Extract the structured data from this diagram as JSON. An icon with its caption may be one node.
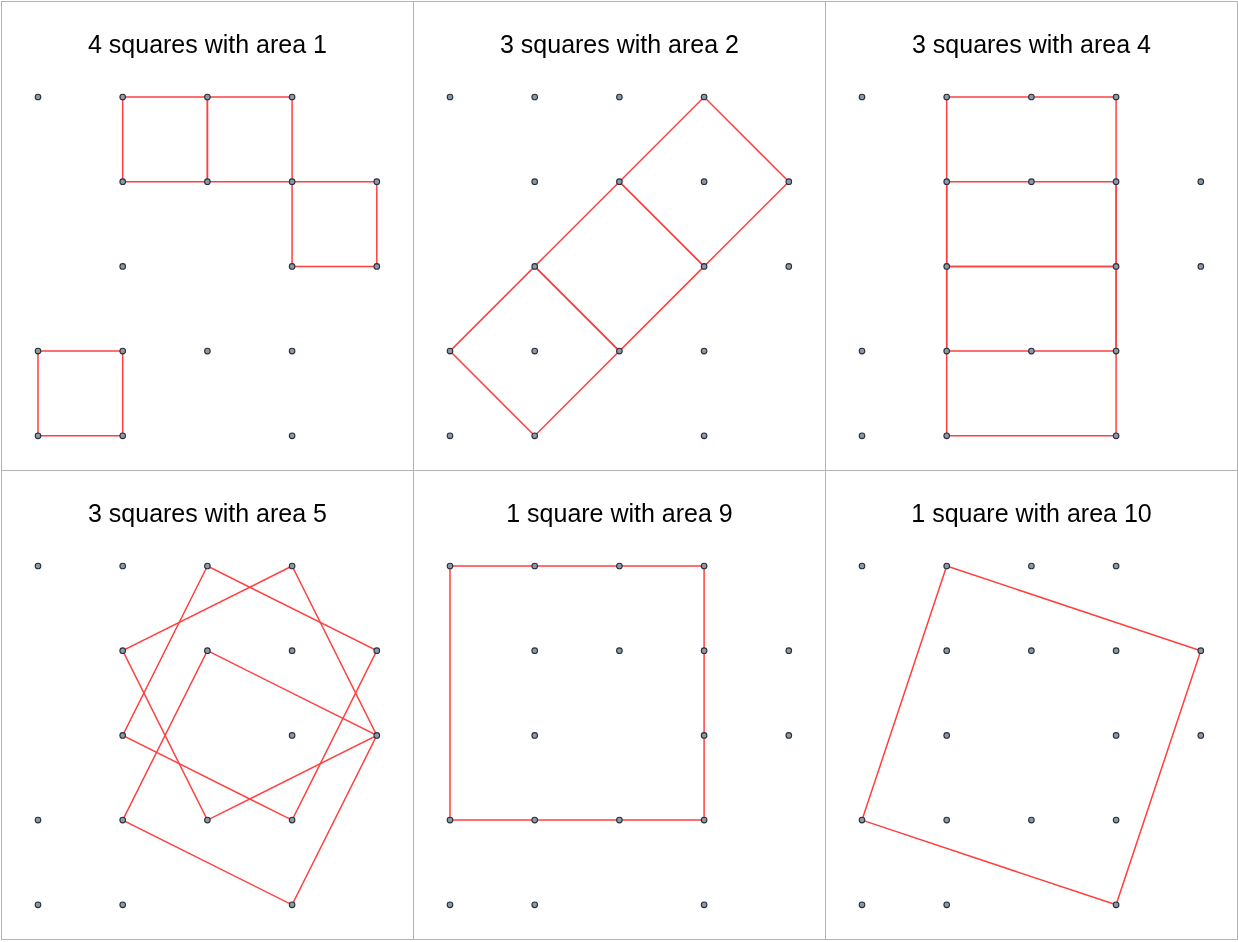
{
  "diagram": {
    "nodes": [
      {
        "text": [
          "4 squares with area 1"
        ]
      },
      {
        "text": [
          "3 squares with area 2"
        ]
      },
      {
        "text": [
          "3 squares with area 4"
        ]
      },
      {
        "text": [
          "3 squares with area 5"
        ]
      },
      {
        "text": [
          "1 square with area 9"
        ]
      },
      {
        "text": [
          "1 square with area 10"
        ]
      }
    ]
  }
}
